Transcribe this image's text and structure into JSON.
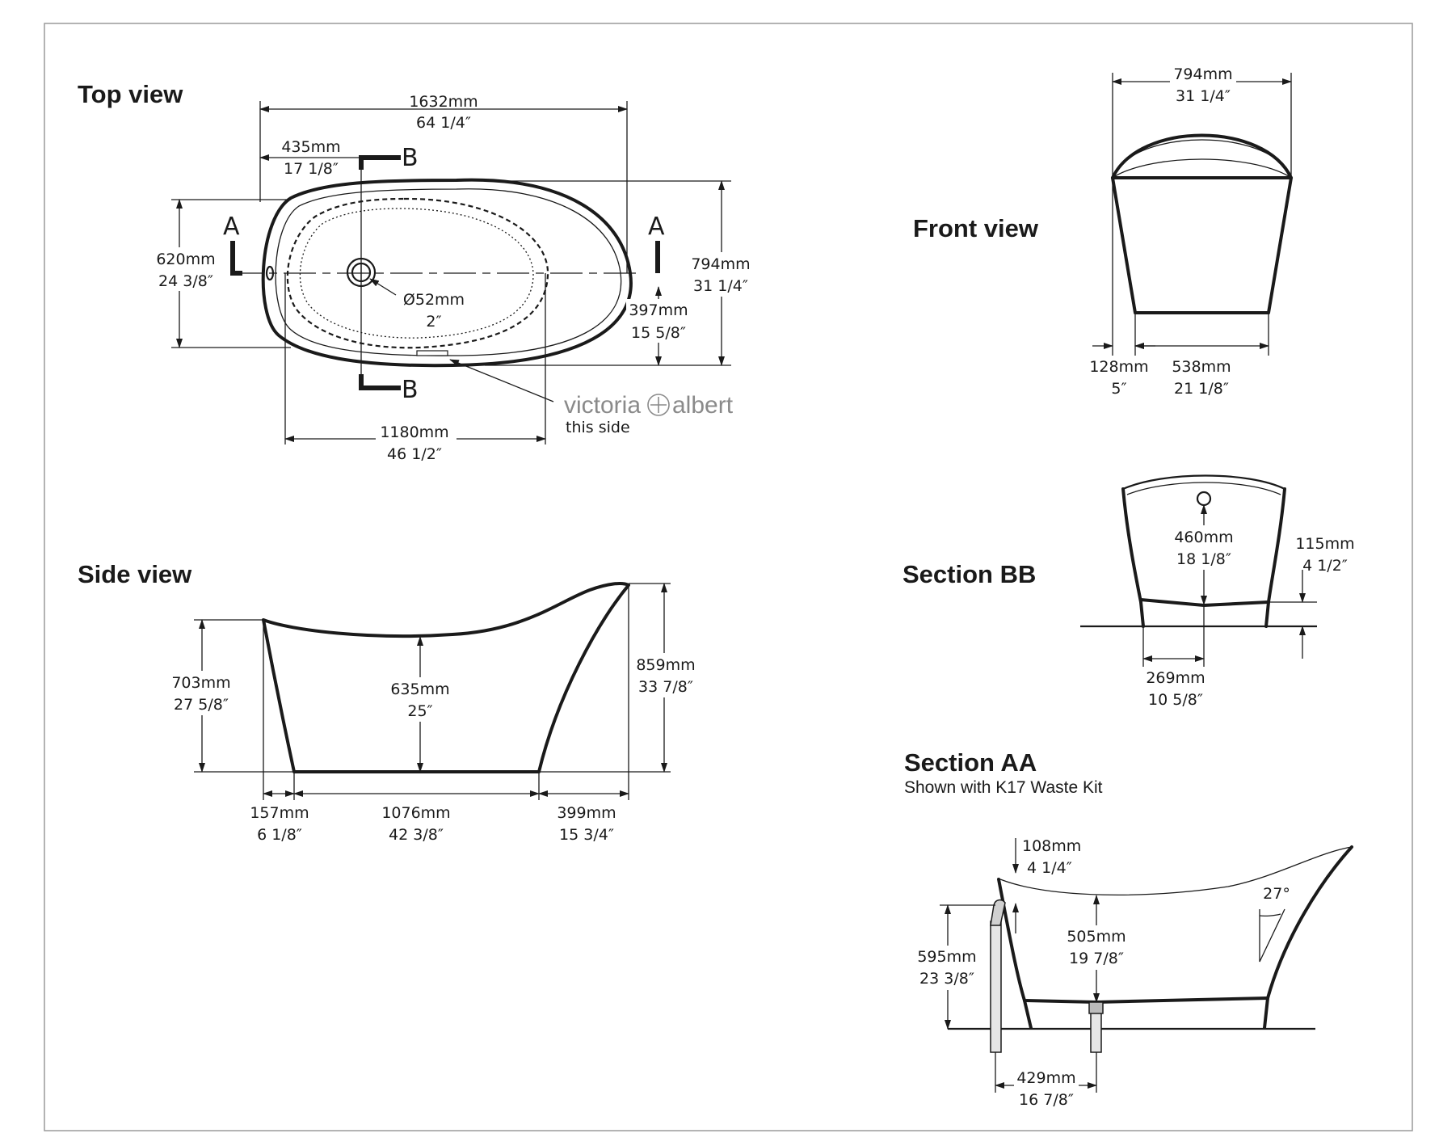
{
  "views": {
    "top": "Top view",
    "side": "Side view",
    "front": "Front view",
    "section_bb": "Section BB",
    "section_aa": "Section AA",
    "section_aa_note": "Shown with K17 Waste Kit"
  },
  "section_markers": {
    "a": "A",
    "b": "B"
  },
  "brand": {
    "name_left": "victoria",
    "name_right": "albert",
    "note": "this side"
  },
  "top_view": {
    "length": [
      "1632mm",
      "64 1/4″"
    ],
    "to_b": [
      "435mm",
      "17 1/8″"
    ],
    "inner_width": [
      "620mm",
      "24 3/8″"
    ],
    "outer_width": [
      "794mm",
      "31 1/4″"
    ],
    "half_width": [
      "397mm",
      "15 5/8″"
    ],
    "waste": [
      "Ø52mm",
      "2″"
    ],
    "inner_length": [
      "1180mm",
      "46 1/2″"
    ]
  },
  "side_view": {
    "left_height": [
      "703mm",
      "27 5/8″"
    ],
    "inner_depth": [
      "635mm",
      "25″"
    ],
    "right_height": [
      "859mm",
      "33 7/8″"
    ],
    "left_overhang": [
      "157mm",
      "6 1/8″"
    ],
    "base": [
      "1076mm",
      "42 3/8″"
    ],
    "right_overhang": [
      "399mm",
      "15 3/4″"
    ]
  },
  "front_view": {
    "width": [
      "794mm",
      "31 1/4″"
    ],
    "offset": [
      "128mm",
      "5″"
    ],
    "base": [
      "538mm",
      "21 1/8″"
    ]
  },
  "section_bb_dims": {
    "waste_height": [
      "460mm",
      "18 1/8″"
    ],
    "floor_gap": [
      "115mm",
      "4 1/2″"
    ],
    "half_base": [
      "269mm",
      "10 5/8″"
    ]
  },
  "section_aa_dims": {
    "overflow": [
      "108mm",
      "4 1/4″"
    ],
    "depth": [
      "505mm",
      "19 7/8″"
    ],
    "height": [
      "595mm",
      "23 3/8″"
    ],
    "angle": "27°",
    "waste_offset": [
      "429mm",
      "16 7/8″"
    ]
  }
}
